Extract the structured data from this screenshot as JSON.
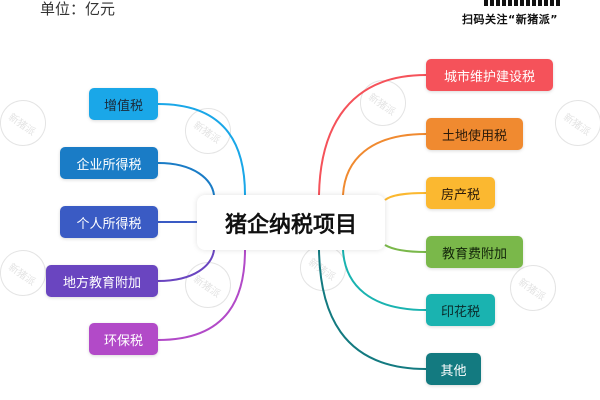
{
  "unit_label": "单位：亿元",
  "qr_caption": "扫码关注“新猪派”",
  "watermark": "新猪派",
  "center": {
    "label": "猪企纳税项目"
  },
  "left_nodes": [
    {
      "label": "增值税",
      "color": "#1aa7e8",
      "text_color": "#1b2a3a"
    },
    {
      "label": "企业所得税",
      "color": "#1a7cc6",
      "text_color": "#ffffff"
    },
    {
      "label": "个人所得税",
      "color": "#3a5bc4",
      "text_color": "#ffffff"
    },
    {
      "label": "地方教育附加",
      "color": "#6a45c0",
      "text_color": "#ffffff"
    },
    {
      "label": "环保税",
      "color": "#b24ac8",
      "text_color": "#ffffff"
    }
  ],
  "right_nodes": [
    {
      "label": "城市维护建设税",
      "color": "#f5525a",
      "text_color": "#ffffff"
    },
    {
      "label": "土地使用税",
      "color": "#f08a30",
      "text_color": "#2a1a0a"
    },
    {
      "label": "房产税",
      "color": "#fbb830",
      "text_color": "#2a1a0a"
    },
    {
      "label": "教育费附加",
      "color": "#7ab84a",
      "text_color": "#12240a"
    },
    {
      "label": "印花税",
      "color": "#1ab3b0",
      "text_color": "#0a2a2a"
    },
    {
      "label": "其他",
      "color": "#137a80",
      "text_color": "#ffffff"
    }
  ]
}
